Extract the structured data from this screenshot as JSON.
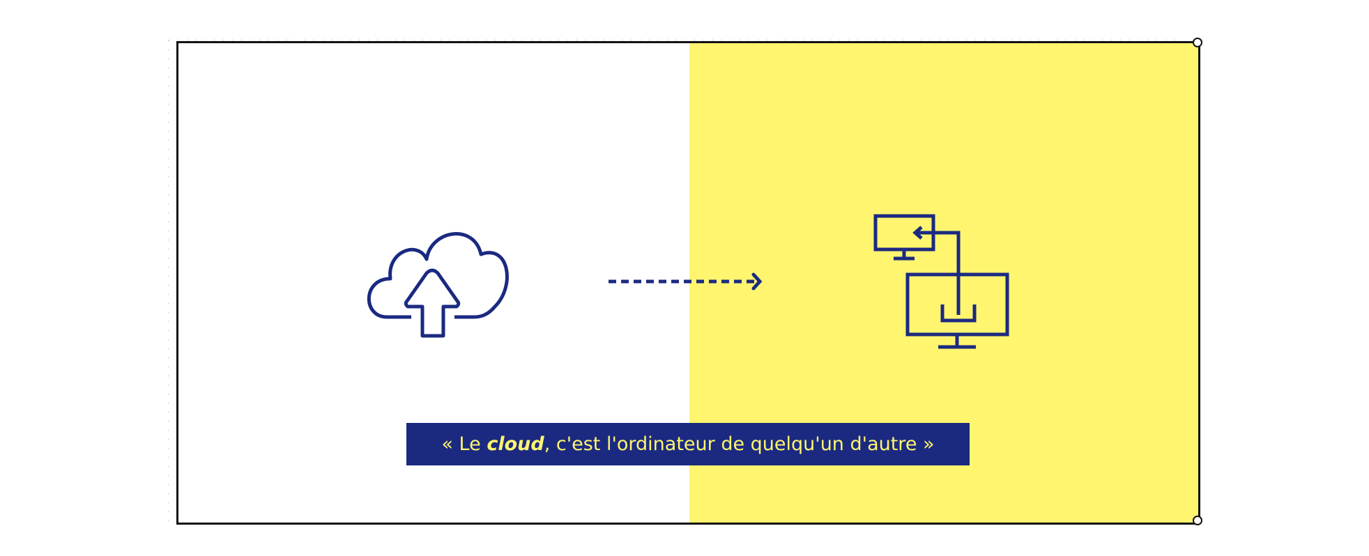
{
  "caption": {
    "open_quote": "« Le ",
    "emphasis": "cloud",
    "rest": ", c'est l'ordinateur de quelqu'un d'autre »"
  },
  "colors": {
    "navy": "#1b2a80",
    "yellow": "#fff56f"
  },
  "icons": [
    "cloud-upload-icon",
    "dashed-arrow-icon",
    "computers-transfer-icon"
  ]
}
